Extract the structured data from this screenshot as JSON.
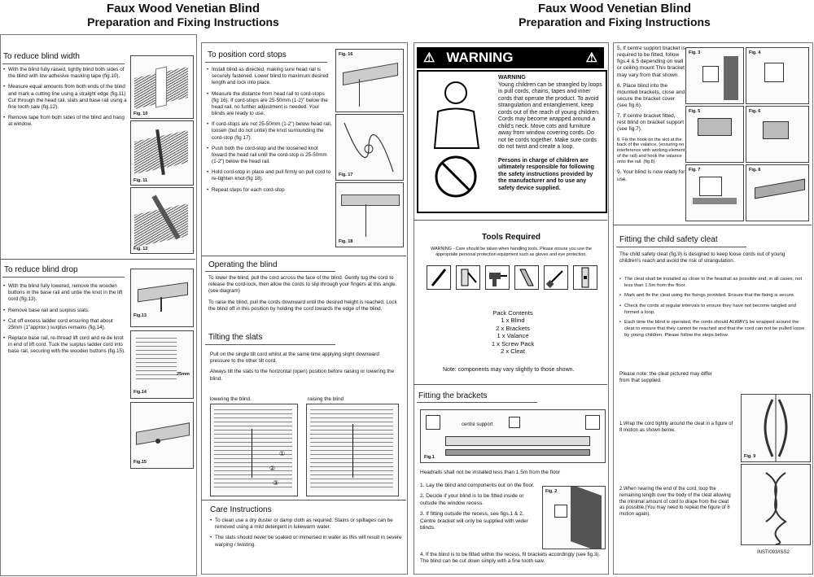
{
  "left_header": {
    "title": "Faux Wood Venetian Blind",
    "subtitle": "Preparation and Fixing Instructions"
  },
  "right_header": {
    "title": "Faux Wood Venetian Blind",
    "subtitle": "Preparation and Fixing Instructions"
  },
  "reduce_width": {
    "heading": "To reduce blind width",
    "items": [
      "With the blind fully raised, tightly blind both sides of the blind with low adhesive masking tape (fig.10).",
      "Measure equal amounts from both ends of the blind and mark a cutting line using a straight edge (fig.11) Cut through the head rail, slats and base rail using a fine tooth saw (fig.12).",
      "Remove tape from both sides of the blind and hang at window."
    ],
    "fig_labels": [
      "Fig. 10",
      "Fig. 11",
      "Fig. 12"
    ]
  },
  "reduce_drop": {
    "heading": "To reduce blind drop",
    "items": [
      "With the blind fully lowered, remove the wooden buttons in the base rail and untie the knot in the lift cord (fig.13).",
      "Remove base rail and surplus slats.",
      "Cut off excess ladder cord ensuring that about 25mm (1\"approx.) surplus remains (fig.14).",
      "Replace base rail, re-thread lift cord and re-tie knot in end of lift cord. Tuck the surplus ladder cord into base rail, securing with the wooden buttons (fig.15)."
    ],
    "fig_labels": [
      "Fig.13",
      "Fig.14",
      "Fig.15"
    ],
    "dim_label": "25mm"
  },
  "cord_stops": {
    "heading": "To position cord stops",
    "items": [
      "Install blind as directed, making sure head rail is securely fastened. Lower blind to maximum desired length and lock into place.",
      "Measure the distance from head rail to cord-stops (fig 16). If cord-stops are 25-50mm (1-2)\" below the head rail, no further adjustment is needed. Your blinds are ready to use.",
      "If cord-stops are not 25-50mm (1-2\") below head rail, loosen (but do not untie) the knot surrounding the cord-stop (fig 17).",
      "Push both the cord-stop and the loosened knot toward the head rail until the cord-stop is 25-50mm (1-2\") below the head rail.",
      "Hold cord-stop in place and pull firmly on pull cord to re-tighten knot (fig 18).",
      "Repeat steps for each cord-stop"
    ],
    "fig_labels": [
      "Fig. 16",
      "Fig. 17",
      "Fig. 18"
    ]
  },
  "operating": {
    "heading": "Operating the blind",
    "paragraphs": [
      "To lower the blind, pull the cord across the face of the blind. Gently tug the cord to release the cord-lock, then allow the cords to slip through your fingers at this angle. (see diagram)",
      "To raise the blind, pull the cords downward until the desired height is reached. Lock the blind off in this position by holding the cord towards the edge of the blind."
    ]
  },
  "tilting": {
    "heading": "Tilting the slats",
    "paragraphs": [
      "Pull on the single tilt cord whilst at the same time applying slight downward pressure to the other tilt cord.",
      "Always tilt the slats to the horizontal (open) position before raising or lowering the blind."
    ],
    "lower_label": "lowering the blind.",
    "raise_label": "raising the blind",
    "step_marks": [
      "①",
      "②",
      "③"
    ]
  },
  "care": {
    "heading": "Care Instructions",
    "items": [
      "To clean use a dry duster or damp cloth as required. Stains or spillages can be removed using a mild detergent in lukewarm water.",
      "The slats should never be soaked or immersed in water as this will result in severe warping / twisting."
    ]
  },
  "warning": {
    "banner": "WARNING",
    "label": "WARNING",
    "text": "Young children can be strangled by loops in pull cords, chains, tapes and inner cords that operate the product. To avoid strangulation and entanglement, keep cords out of the reach of young children. Cords may become wrapped around a child's neck. Move cots and furniture away from window covering cords. Do not tie cords together. Make sure cords do not twist and create a loop.",
    "bold": "Persons in charge of children are ultimately responsible for following the safety instructions provided by the manufacturer and to use any safety device supplied."
  },
  "tools": {
    "heading": "Tools Required",
    "note": "WARNING - Care should be taken when handling tools. Please ensure you use the appropriate personal protection equipment such as gloves and eye protection.",
    "pack_heading": "Pack Contents",
    "pack_items": [
      "1 x Blind",
      "2 x Brackets",
      "1 x Valance",
      "1 x Screw Pack",
      "2 x Cleat"
    ],
    "footnote": "Note: components may vary slightly to those shown."
  },
  "brackets": {
    "heading": "Fitting the brackets",
    "centre_label": "centre support",
    "fig1_label": "Fig.1",
    "fig2_label": "Fig. 2",
    "intro": "Headrails shall not be installed less than 1.5m from the floor",
    "steps": [
      "1. Lay the blind and components out on the floor.",
      "2. Decide if your blind is to be fitted inside or outside the window recess.",
      "3. If fitting outside the recess, see figs.1 & 2. Centre bracket will only be supplied with wider blinds.",
      "4. If the blind is to be fitted within the recess, fit brackets accordingly (see fig.3). The blind can be cut down simply with a fine tooth saw."
    ]
  },
  "steps_right": {
    "items": [
      "5. If centre support bracket is required to be fitted, follow figs.4 & 5 depending on wall or ceiling mount This bracket may vary from that shown.",
      "6. Place blind into the mounted brackets, close and secure the bracket cover (see fig.6).",
      "7. If centre bracket fitted, rest blind on bracket support (see fig.7).",
      "8. Fix the hook on the slot at the back of the valance, (ensuring no interference with working element of the rail) and hook the valance onto the rail. (fig.8)",
      "9. Your blind is now ready for use."
    ],
    "fig_labels": [
      "Fig. 3",
      "Fig. 4",
      "Fig. 5",
      "Fig. 6",
      "Fig. 7",
      "Fig. 8"
    ]
  },
  "cleat": {
    "heading": "Fitting the child safety cleat",
    "intro": "The child safety cleat (fig.9) is designed to keep loose cords out of young children's reach and avoid the risk of strangulation.",
    "items": [
      "The cleat shall be installed as close to the headrail as possible and, in all cases, not less than 1.5m from the floor.",
      "Mark and fix the cleat using the fixings provided. Ensure that the fixing is secure.",
      "Check the cords at regular intervals to ensure they have not become tangled and formed a loop.",
      "Each time the blind is operated, the cords should ALWAYS be wrapped around the cleat to ensure that they cannot be reached and that the cord can not be pulled loose by young children. Please follow the steps below."
    ],
    "note": "Please note: the cleat pictured may differ from that supplied.",
    "step1": "1.Wrap the cord tightly around the cleat in a figure of 8 motion as shown below.",
    "step2": "2.When nearing the end of the cord, loop the remaining length over the body of the cleat allowing the minimal amount of cord to drape from the cleat as possible.(You may need to repeat the figure of 8 motion again).",
    "fig9_label": "Fig. 9",
    "code": "INST/093/ISS2"
  }
}
